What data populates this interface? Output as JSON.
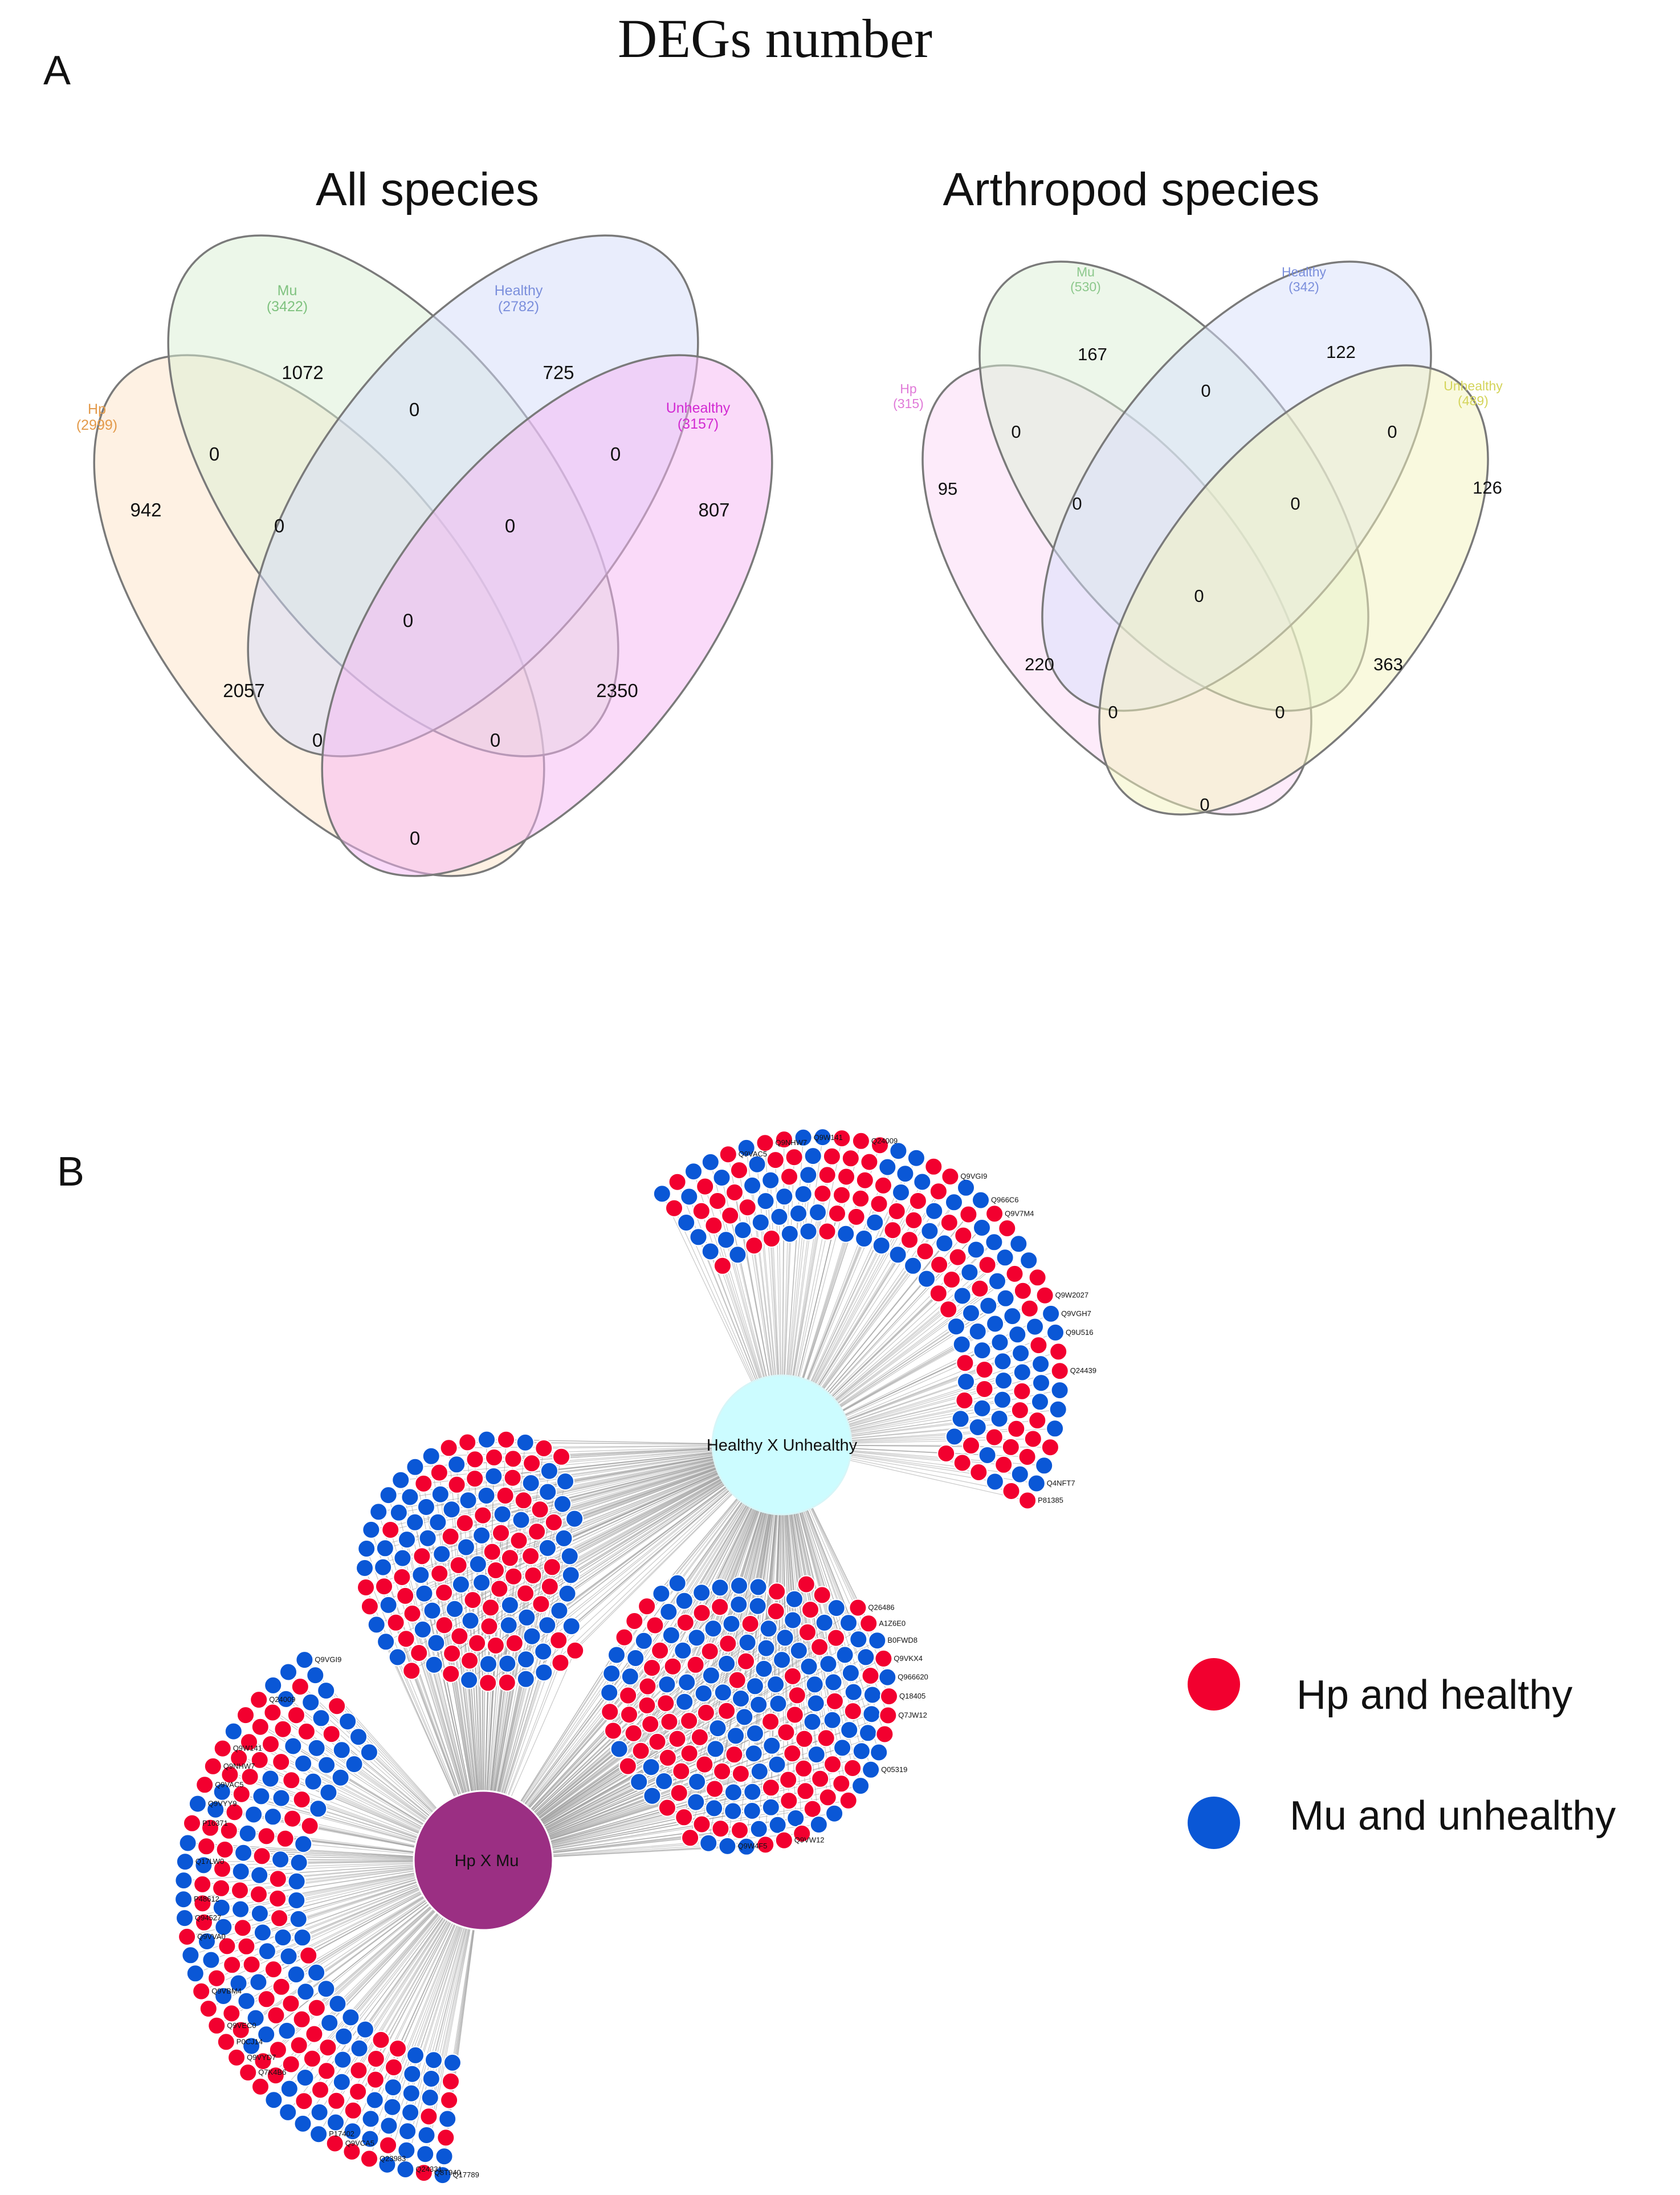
{
  "figure_title": "DEGs number",
  "panel_a": {
    "label": "A",
    "all_species": {
      "title": "All species",
      "sets": [
        {
          "name": "Hp",
          "count": "(2999)",
          "color": "#e39a4a",
          "fill": "#fde3c7"
        },
        {
          "name": "Mu",
          "count": "(3422)",
          "color": "#7fc27f",
          "fill": "#d9f0d4"
        },
        {
          "name": "Healthy",
          "count": "(2782)",
          "color": "#7b8fdc",
          "fill": "#d4dcfa"
        },
        {
          "name": "Unhealthy",
          "count": "(3157)",
          "color": "#d22ad2",
          "fill": "#f6b5f3"
        }
      ],
      "region_values": [
        "942",
        "1072",
        "725",
        "807",
        "0",
        "0",
        "0",
        "0",
        "0",
        "0",
        "2057",
        "2350",
        "0",
        "0",
        "0"
      ]
    },
    "arthropod_species": {
      "title": "Arthropod species",
      "sets": [
        {
          "name": "Hp",
          "count": "(315)",
          "color": "#e07ad8",
          "fill": "#fbd8f6"
        },
        {
          "name": "Mu",
          "count": "(530)",
          "color": "#8cc88c",
          "fill": "#dbefd6"
        },
        {
          "name": "Healthy",
          "count": "(342)",
          "color": "#7b8fdc",
          "fill": "#d8e0fb"
        },
        {
          "name": "Unhealthy",
          "count": "(489)",
          "color": "#d4d45a",
          "fill": "#f4f4bd"
        }
      ],
      "region_values": [
        "95",
        "167",
        "122",
        "126",
        "0",
        "0",
        "0",
        "0",
        "0",
        "0",
        "220",
        "363",
        "0",
        "0",
        "0"
      ]
    }
  },
  "panel_b": {
    "label": "B",
    "hubs": [
      {
        "name": "Healthy X Unhealthy",
        "color": "#ccfcff"
      },
      {
        "name": "Hp X Mu",
        "color": "#9b2f83"
      }
    ],
    "legend": [
      {
        "label": "Hp and healthy",
        "color": "#f2002f"
      },
      {
        "label": "Mu and unhealthy",
        "color": "#0a57d6"
      }
    ],
    "node_labels": [
      "Q9VAC5",
      "Q9NHW7",
      "Q9W141",
      "Q24009",
      "Q9VGI9",
      "Q966C6",
      "Q9V7M4",
      "Q9W2027",
      "Q9VGH7",
      "Q9U516",
      "Q24439",
      "Q4NFT7",
      "P81385",
      "Q26486",
      "A1Z6E0",
      "B0FWD8",
      "Q9VKX4",
      "Q966620",
      "Q18405",
      "Q7JW12",
      "Q05319",
      "Q9VW12",
      "Q9W4F5",
      "Q17789",
      "Q8T940",
      "Q24331",
      "Q23983",
      "Q9VCA5",
      "P17402",
      "Q7K4B6",
      "Q9VYD7",
      "P0CJ14",
      "Q9VEC0",
      "Q9VBM4",
      "Q9VVA0",
      "Q94527",
      "P48612",
      "Q17LW0",
      "P16371",
      "Q9VYY9"
    ]
  }
}
